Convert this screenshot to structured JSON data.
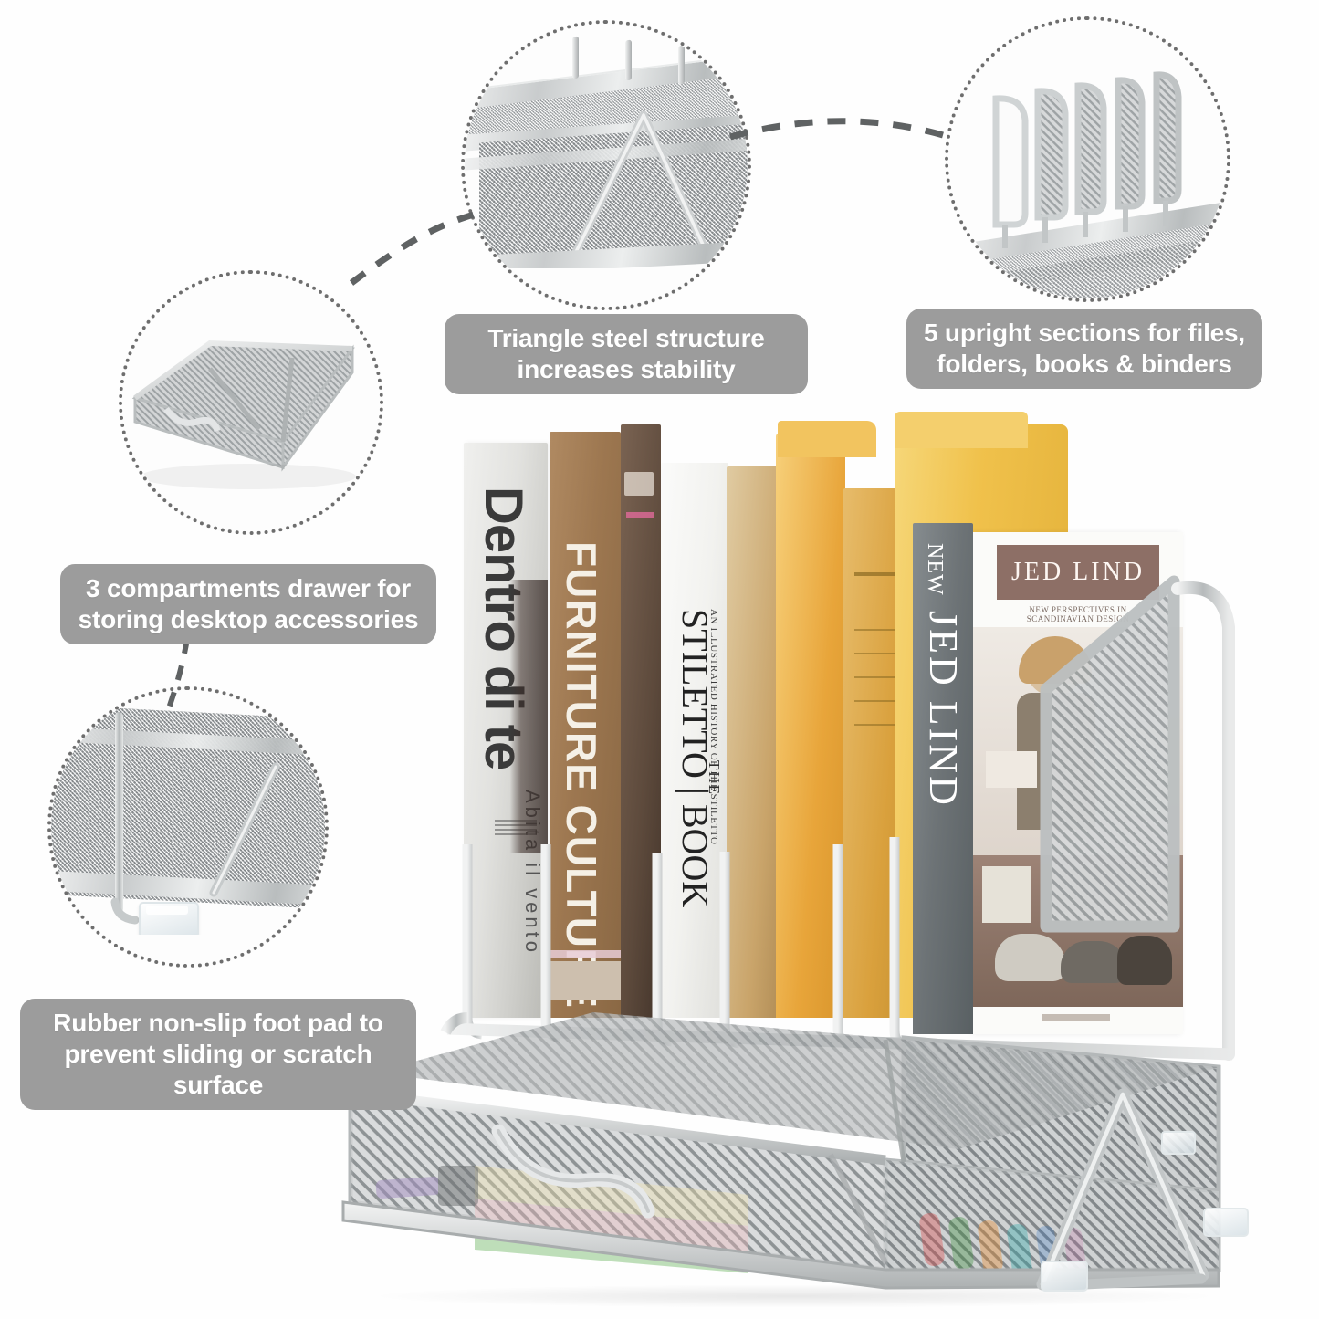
{
  "page": {
    "background_color": "#ffffff",
    "product_name": "mesh desk organizer with 5 upright sections and sliding drawer"
  },
  "callouts": [
    {
      "id": "triangle-steel",
      "line1": "Triangle steel structure",
      "line2": "increases stability",
      "pill_color": "#9c9c9c",
      "text_color": "#ffffff"
    },
    {
      "id": "upright-sections",
      "line1": "5 upright sections for files,",
      "line2": "folders, books & binders",
      "pill_color": "#9c9c9c",
      "text_color": "#ffffff"
    },
    {
      "id": "drawer-compartments",
      "line1": "3 compartments drawer for",
      "line2": "storing desktop accessories",
      "pill_color": "#9c9c9c",
      "text_color": "#ffffff"
    },
    {
      "id": "rubber-foot-pad",
      "line1": "Rubber non-slip foot pad to",
      "line2": "prevent sliding or scratch surface",
      "pill_color": "#9c9c9c",
      "text_color": "#ffffff"
    }
  ],
  "detail_circles": [
    {
      "id": "triangle-steel-detail",
      "caption": "close-up of triangular steel brace under mesh shelf"
    },
    {
      "id": "upright-sections-detail",
      "caption": "close-up of five curved mesh divider panels"
    },
    {
      "id": "drawer-detail",
      "caption": "close-up of three compartment mesh drawer tray"
    },
    {
      "id": "foot-pad-detail",
      "caption": "close-up of clear rubber non-slip foot pad"
    }
  ],
  "books": [
    {
      "id": "book-dentro",
      "title": "Dentro di te",
      "subtitle": "Abita il vento",
      "micro": "E' fa nel sole grande\nChe anche la nuvola",
      "cover_color": "#e8e8e6",
      "text_color": "#3a3a3a"
    },
    {
      "id": "book-furniture",
      "title": "FURNITURE CULTURE",
      "cover_color": "#9c7550",
      "text_color": "#f4efe6"
    },
    {
      "id": "book-stiletto",
      "title_small": "THE",
      "title": "STILETTO | BOOK",
      "subtitle": "AN ILLUSTRATED HISTORY OF THE STILETTO",
      "cover_color": "#f4f4f2",
      "text_color": "#2c2c2c"
    },
    {
      "id": "book-jedlind",
      "label_new": "NEW",
      "title": "JED LIND",
      "cover_color": "#6d7376",
      "text_color": "#ffffff"
    }
  ],
  "magazine": {
    "id": "magazine-jed-lind",
    "masthead": "JED LIND",
    "subline": "NEW PERSPECTIVES IN SCANDINAVIAN DESIGN",
    "masthead_bg": "#8d6f66",
    "cover_bg": "#fbfbf9"
  },
  "folders": [
    {
      "id": "folder-tan",
      "color": "#c9a46a"
    },
    {
      "id": "folder-amber",
      "color": "#e8a53a"
    },
    {
      "id": "folder-gold",
      "color": "#d9a03c"
    },
    {
      "id": "folder-yellow",
      "color": "#f0c14b"
    }
  ],
  "drawer_contents": {
    "sticky_notes": [
      "#f2e3a8",
      "#f0b8bc",
      "#b9dcb4"
    ],
    "markers": [
      "#d94b4b",
      "#3f8f3f",
      "#e98a2b",
      "#33a8a8",
      "#2f6fbf",
      "#c75aa0"
    ],
    "label": "sticky notes and colored markers"
  },
  "materials": {
    "frame_color": "#b9bdbe",
    "mesh_color": "#cfd1d2",
    "foot_pad_color": "#e9edef",
    "connector_color": "#5f6263"
  }
}
